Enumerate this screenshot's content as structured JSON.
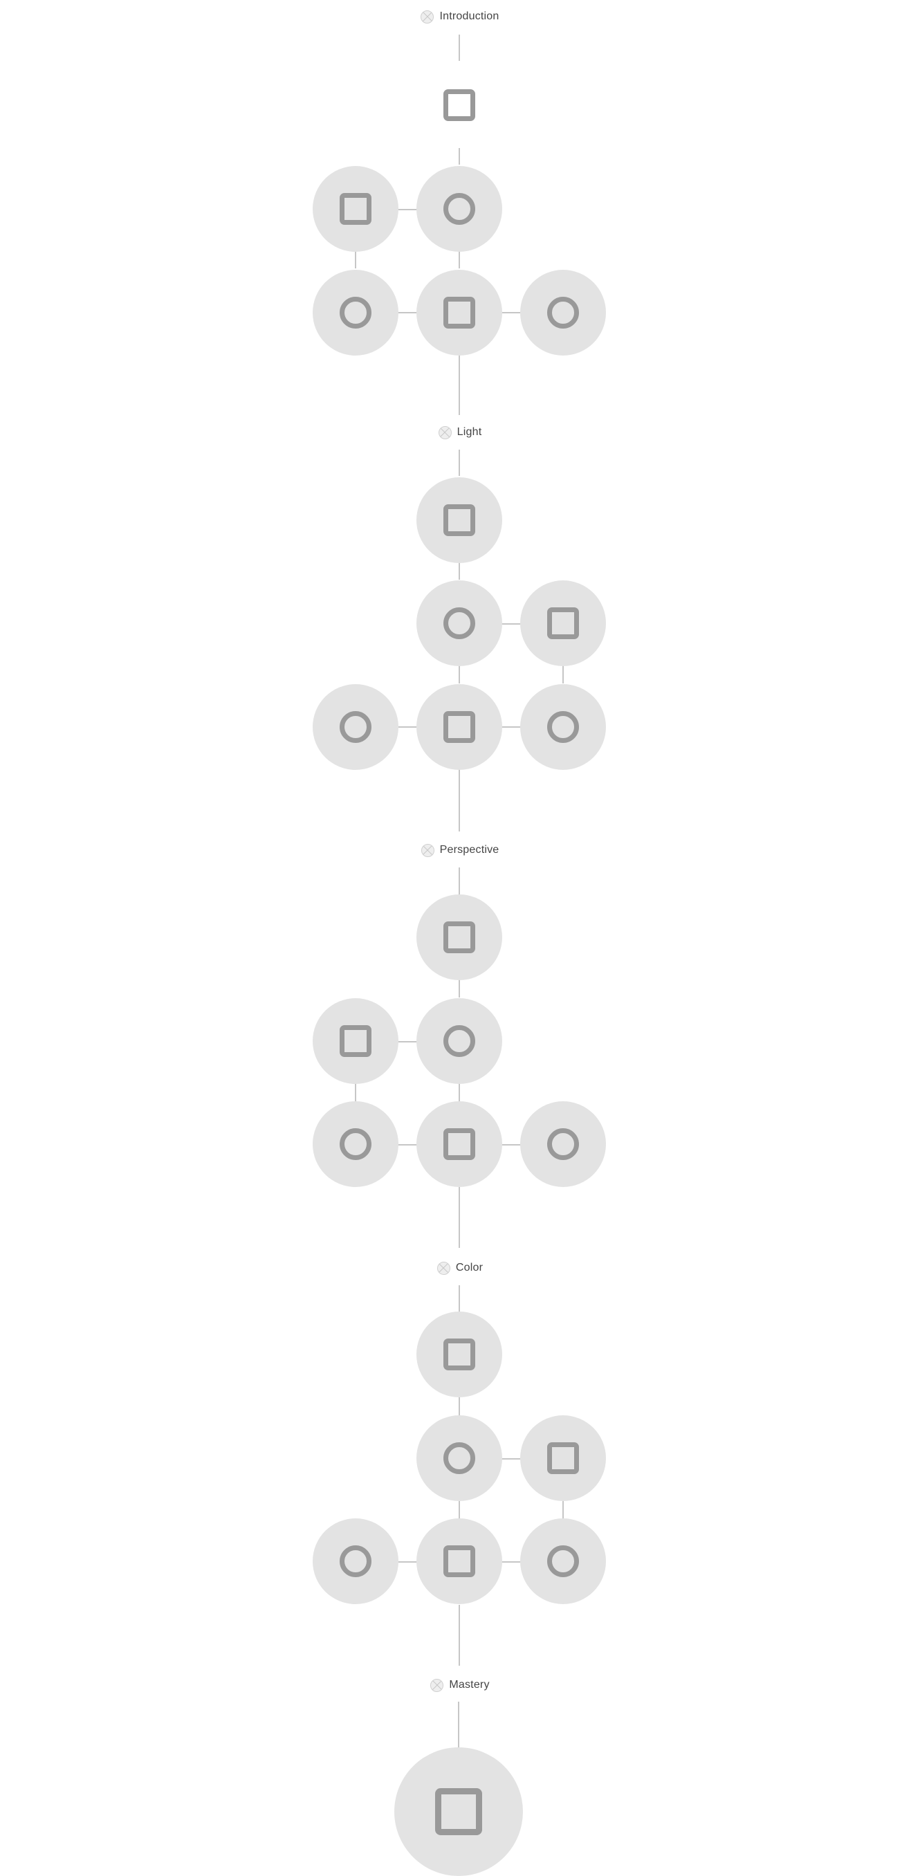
{
  "colors": {
    "background": "#ffffff",
    "node_fill": "#e3e3e3",
    "node_icon": "#999999",
    "connector": "#c6c6c6",
    "section_label": "#444444"
  },
  "sections": [
    {
      "title": "Introduction",
      "icon": "section-x-icon",
      "nodes": [
        {
          "id": "intro-1",
          "shape": "square",
          "filled": false
        },
        {
          "id": "intro-2",
          "shape": "square"
        },
        {
          "id": "intro-3",
          "shape": "circle"
        },
        {
          "id": "intro-4",
          "shape": "circle"
        },
        {
          "id": "intro-5",
          "shape": "square"
        },
        {
          "id": "intro-6",
          "shape": "circle"
        }
      ]
    },
    {
      "title": "Light",
      "icon": "section-x-icon",
      "nodes": [
        {
          "id": "light-1",
          "shape": "square"
        },
        {
          "id": "light-2",
          "shape": "circle"
        },
        {
          "id": "light-3",
          "shape": "square"
        },
        {
          "id": "light-4",
          "shape": "circle"
        },
        {
          "id": "light-5",
          "shape": "square"
        },
        {
          "id": "light-6",
          "shape": "circle"
        }
      ]
    },
    {
      "title": "Perspective",
      "icon": "section-x-icon",
      "nodes": [
        {
          "id": "persp-1",
          "shape": "square"
        },
        {
          "id": "persp-2",
          "shape": "square"
        },
        {
          "id": "persp-3",
          "shape": "circle"
        },
        {
          "id": "persp-4",
          "shape": "circle"
        },
        {
          "id": "persp-5",
          "shape": "square"
        },
        {
          "id": "persp-6",
          "shape": "circle"
        }
      ]
    },
    {
      "title": "Color",
      "icon": "section-x-icon",
      "nodes": [
        {
          "id": "color-1",
          "shape": "square"
        },
        {
          "id": "color-2",
          "shape": "circle"
        },
        {
          "id": "color-3",
          "shape": "square"
        },
        {
          "id": "color-4",
          "shape": "circle"
        },
        {
          "id": "color-5",
          "shape": "square"
        },
        {
          "id": "color-6",
          "shape": "circle"
        }
      ]
    },
    {
      "title": "Mastery",
      "icon": "section-x-icon",
      "nodes": [
        {
          "id": "mastery-1",
          "shape": "square",
          "size": "large"
        }
      ]
    }
  ]
}
